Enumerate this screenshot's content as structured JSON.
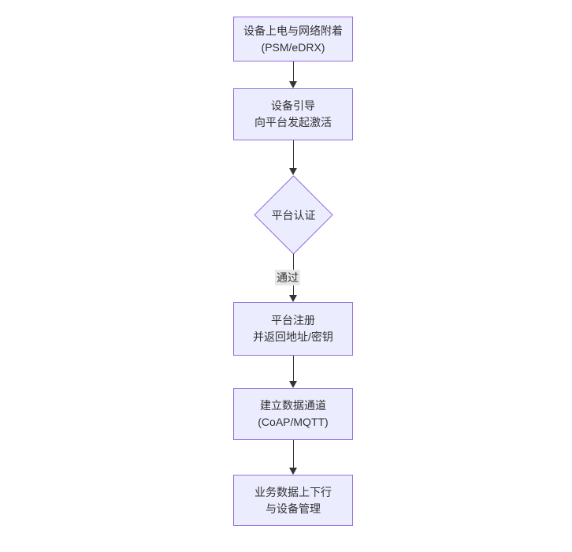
{
  "diagram": {
    "type": "flowchart",
    "direction": "top-down",
    "colors": {
      "node_fill": "#ECECFF",
      "node_border": "#9370DB",
      "edge_color": "#333333",
      "text_color": "#333333",
      "edge_label_bg": "#E8E8E8",
      "background": "#FFFFFF"
    },
    "nodes": [
      {
        "id": "power-attach",
        "shape": "rect",
        "lines": [
          "设备上电与网络附着",
          "(PSM/eDRX)"
        ]
      },
      {
        "id": "bootstrap",
        "shape": "rect",
        "lines": [
          "设备引导",
          "向平台发起激活"
        ]
      },
      {
        "id": "auth",
        "shape": "diamond",
        "lines": [
          "平台认证"
        ]
      },
      {
        "id": "register",
        "shape": "rect",
        "lines": [
          "平台注册",
          "并返回地址/密钥"
        ]
      },
      {
        "id": "channel",
        "shape": "rect",
        "lines": [
          "建立数据通道",
          "(CoAP/MQTT)"
        ]
      },
      {
        "id": "business",
        "shape": "rect",
        "lines": [
          "业务数据上下行",
          "与设备管理"
        ]
      }
    ],
    "edges": [
      {
        "from": "power-attach",
        "to": "bootstrap",
        "label": ""
      },
      {
        "from": "bootstrap",
        "to": "auth",
        "label": ""
      },
      {
        "from": "auth",
        "to": "register",
        "label": "通过"
      },
      {
        "from": "register",
        "to": "channel",
        "label": ""
      },
      {
        "from": "channel",
        "to": "business",
        "label": ""
      }
    ]
  }
}
